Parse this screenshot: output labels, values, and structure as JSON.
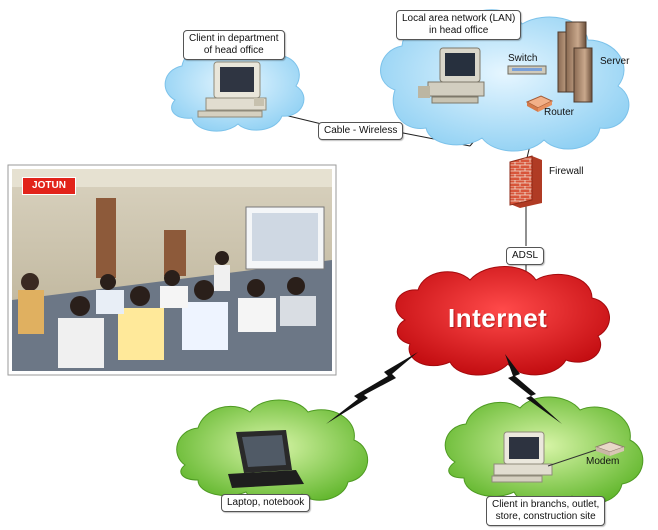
{
  "labels": {
    "client_head_office_1": "Client in department",
    "client_head_office_2": "of head office",
    "lan_1": "Local area network (LAN)",
    "lan_2": "in head office",
    "switch": "Switch",
    "server": "Server",
    "router": "Router",
    "cable_wireless": "Cable - Wireless",
    "firewall": "Firewall",
    "adsl": "ADSL",
    "internet": "Internet",
    "laptop": "Laptop, notebook",
    "modem": "Modem",
    "client_branch_1": "Client in branchs, outlet,",
    "client_branch_2": "store, construction site"
  },
  "photo": {
    "logo_text": "JOTUN"
  },
  "colors": {
    "cloud_blue": "#bfe6fb",
    "cloud_green": "#9bd64a",
    "cloud_red": "#e1191d",
    "firewall_brick": "#d8553a"
  }
}
